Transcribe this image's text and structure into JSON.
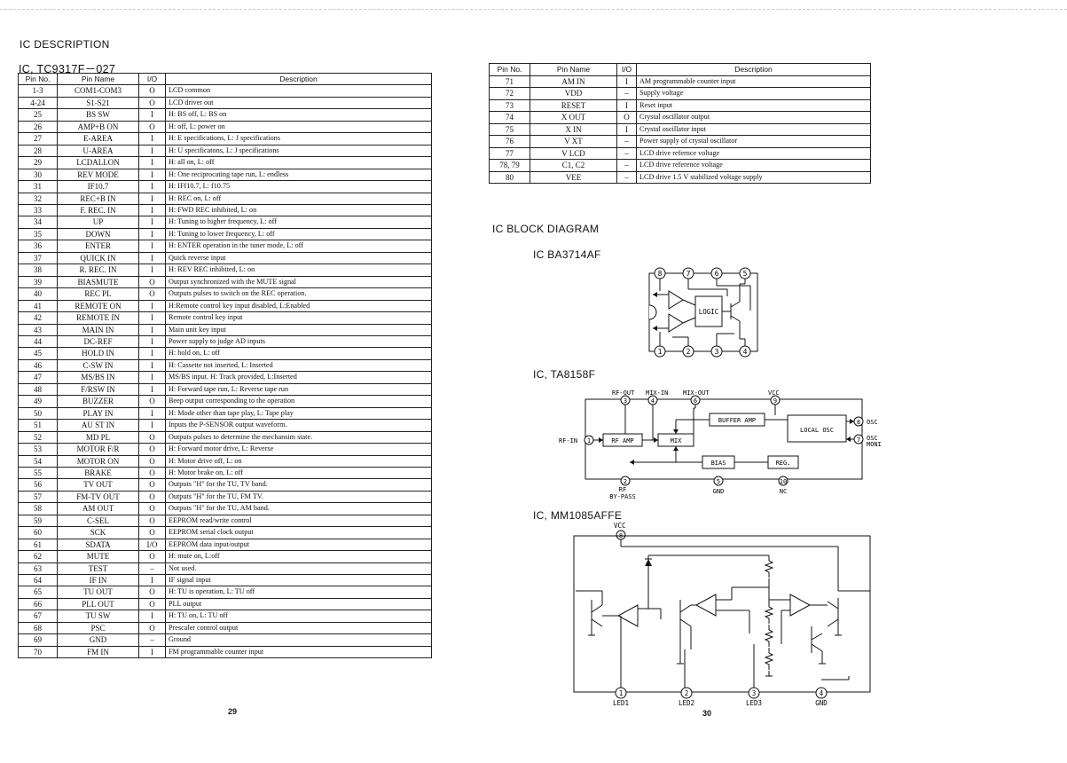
{
  "left_page": {
    "section_title": "IC DESCRIPTION",
    "ic_title": "IC, TC9317F－027",
    "headers": [
      "Pin No.",
      "Pin Name",
      "I/O",
      "Description"
    ],
    "rows": [
      [
        "1-3",
        "COM1-COM3",
        "O",
        "LCD common"
      ],
      [
        "4-24",
        "S1-S21",
        "O",
        "LCD driver out"
      ],
      [
        "25",
        "BS SW",
        "I",
        "H: BS off, L: BS on"
      ],
      [
        "26",
        "AMP+B ON",
        "O",
        "H: off, L: power on"
      ],
      [
        "27",
        "E-AREA",
        "I",
        "H: E specifications, L: J specifications"
      ],
      [
        "28",
        "U-AREA",
        "I",
        "H: U specificatons, L: J specifications"
      ],
      [
        "29",
        "LCDALLON",
        "I",
        "H: all on, L: off"
      ],
      [
        "30",
        "REV MODE",
        "I",
        "H: One reciprocating tape run, L: endless"
      ],
      [
        "31",
        "IF10.7",
        "I",
        "H: IFf10.7, L: f10.75"
      ],
      [
        "32",
        "REC+B IN",
        "I",
        "H: REC on, L: off"
      ],
      [
        "33",
        "F. REC. IN",
        "I",
        "H: FWD REC inhibited, L: on"
      ],
      [
        "34",
        "UP",
        "I",
        "H: Tuning to higher frequency, L: off"
      ],
      [
        "35",
        "DOWN",
        "I",
        "H: Tuning to lower frequency, L: off"
      ],
      [
        "36",
        "ENTER",
        "I",
        "H: ENTER operation in the tuner mode, L: off"
      ],
      [
        "37",
        "QUICK IN",
        "I",
        "Quick reverse input"
      ],
      [
        "38",
        "R. REC. IN",
        "I",
        "H: REV REC inhibited, L: on"
      ],
      [
        "39",
        "BIASMUTE",
        "O",
        "Output synchronized with the MUTE signal"
      ],
      [
        "40",
        "REC PL",
        "O",
        "Outputs pulses to switch on the REC operation."
      ],
      [
        "41",
        "REMOTE ON",
        "I",
        "H:Remote control key input disabled, L:Enabled"
      ],
      [
        "42",
        "REMOTE IN",
        "I",
        "Remote control key input"
      ],
      [
        "43",
        "MAIN IN",
        "I",
        "Main unit key input"
      ],
      [
        "44",
        "DC-REF",
        "I",
        "Power supply to judge AD inputs"
      ],
      [
        "45",
        "HOLD IN",
        "I",
        "H: hold on, L: off"
      ],
      [
        "46",
        "C-SW IN",
        "I",
        "H: Cassette not inserted, L: Inserted"
      ],
      [
        "47",
        "MS/BS IN",
        "I",
        "MS/BS input. H: Track provided, L:Inserted"
      ],
      [
        "48",
        "F/RSW IN",
        "I",
        "H: Forward tape run, L: Reverse tape run"
      ],
      [
        "49",
        "BUZZER",
        "O",
        "Beep output corresponding to the operation"
      ],
      [
        "50",
        "PLAY IN",
        "I",
        "H: Mode other than tape play, L: Tape play"
      ],
      [
        "51",
        "AU ST IN",
        "I",
        "Inputs the P-SENSOR output waveform."
      ],
      [
        "52",
        "MD PL",
        "O",
        "Outputs pulses to determine the mechansim state."
      ],
      [
        "53",
        "MOTOR F/R",
        "O",
        "H: Forward motor drive, L: Reverse"
      ],
      [
        "54",
        "MOTOR ON",
        "O",
        "H: Motor drive off, L: on"
      ],
      [
        "55",
        "BRAKE",
        "O",
        "H: Motor brake on, L: off"
      ],
      [
        "56",
        "TV OUT",
        "O",
        "Outputs \"H\" for the TU, TV band."
      ],
      [
        "57",
        "FM-TV OUT",
        "O",
        "Outputs \"H\" for the TU, FM TV."
      ],
      [
        "58",
        "AM OUT",
        "O",
        "Outputs \"H\" for the TU, AM band."
      ],
      [
        "59",
        "C-SEL",
        "O",
        "EEPROM read/write control"
      ],
      [
        "60",
        "SCK",
        "O",
        "EEPROM serial clock output"
      ],
      [
        "61",
        "SDATA",
        "I/O",
        "EEPROM data input/output"
      ],
      [
        "62",
        "MUTE",
        "O",
        "H: mute on, L:off"
      ],
      [
        "63",
        "TEST",
        "–",
        "Not used."
      ],
      [
        "64",
        "IF IN",
        "I",
        "IF signal input"
      ],
      [
        "65",
        "TU OUT",
        "O",
        "H: TU is operation, L: TU off"
      ],
      [
        "66",
        "PLL OUT",
        "O",
        "PLL output"
      ],
      [
        "67",
        "TU SW",
        "I",
        "H: TU on, L: TU off"
      ],
      [
        "68",
        "PSC",
        "O",
        "Prescaler control output"
      ],
      [
        "69",
        "GND",
        "–",
        "Ground"
      ],
      [
        "70",
        "FM IN",
        "I",
        "FM programmable counter input"
      ]
    ],
    "page_number": "29"
  },
  "right_page": {
    "headers": [
      "Pin No.",
      "Pin Name",
      "I/O",
      "Description"
    ],
    "rows": [
      [
        "71",
        "AM IN",
        "I",
        "AM programmable counter input"
      ],
      [
        "72",
        "VDD",
        "–",
        "Supply voltage"
      ],
      [
        "73",
        "RESET",
        "I",
        "Reset input"
      ],
      [
        "74",
        "X OUT",
        "O",
        "Crystal oscillator output"
      ],
      [
        "75",
        "X IN",
        "I",
        "Crystal oscillator input"
      ],
      [
        "76",
        "V XT",
        "–",
        "Power supply of crystal oscillator"
      ],
      [
        "77",
        "V LCD",
        "–",
        "LCD drive refernce voltage"
      ],
      [
        "78, 79",
        "C1, C2",
        "–",
        "LCD drive reference voltage"
      ],
      [
        "80",
        "VEE",
        "–",
        "LCD drive 1.5 V stabilized voltage supply"
      ]
    ],
    "block_title": "IC BLOCK DIAGRAM",
    "ba3714af": {
      "title": "IC BA3714AF",
      "logic_label": "LOGIC",
      "top_pins": [
        "8",
        "7",
        "6",
        "5"
      ],
      "bottom_pins": [
        "1",
        "2",
        "3",
        "4"
      ]
    },
    "ta8158f": {
      "title": "IC, TA8158F",
      "rf_out": "RF-OUT",
      "mix_in": "MIX-IN",
      "mix_out": "MIX-OUT",
      "vcc": "VCC",
      "rf_in": "RF-IN",
      "rf_amp": "RF AMP",
      "mix": "MIX",
      "buffer_amp": "BUFFER AMP",
      "local_osc": "LOCAL OSC",
      "bias": "BIAS",
      "reg": "REG.",
      "osc": "OSC",
      "osc_moni_1": "OSC",
      "osc_moni_2": "MONI",
      "rf_bypass_1": "RF",
      "rf_bypass_2": "BY-PASS",
      "gnd": "GND",
      "nc": "NC",
      "pins": {
        "p1": "1",
        "p3": "3",
        "p4": "4",
        "p5": "5",
        "p6": "6",
        "p7": "7",
        "p8": "8",
        "p9": "9",
        "p10": "10"
      }
    },
    "mm1085affe": {
      "title": "IC, MM1085AFFE",
      "vcc": "VCC",
      "vcc_pin": "8",
      "pins": [
        "1",
        "2",
        "3",
        "4"
      ],
      "pin_labels": [
        "LED1",
        "LED2",
        "LED3",
        "GND"
      ]
    },
    "page_number": "30"
  }
}
